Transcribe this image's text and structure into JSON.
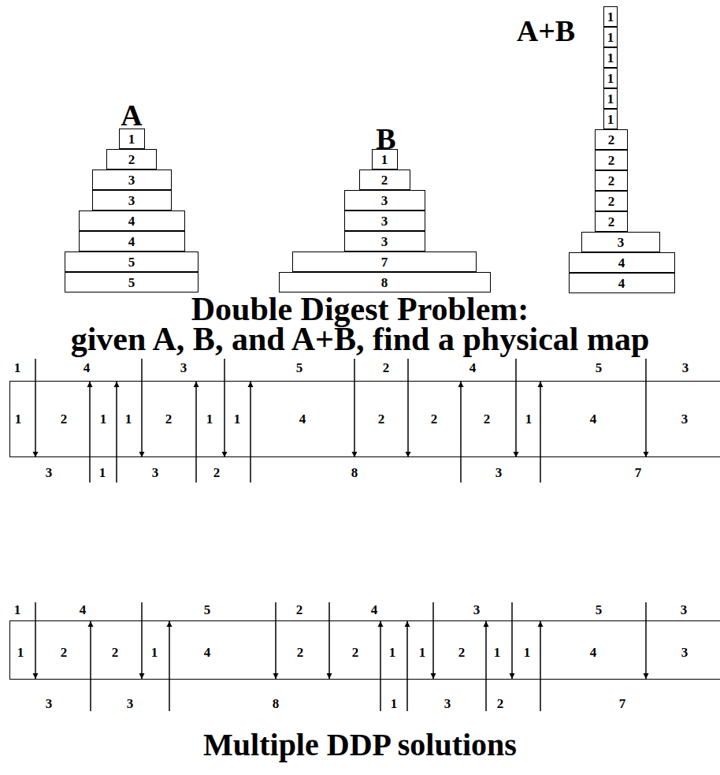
{
  "diagram": {
    "title": "Double Digest Problem:",
    "caption": "Multiple DDP solutions",
    "nodes": [
      {
        "text": [
          "1"
        ]
      },
      {
        "text": [
          "2"
        ]
      },
      {
        "text": [
          "3"
        ]
      },
      {
        "text": [
          "3"
        ]
      },
      {
        "text": [
          "4"
        ]
      },
      {
        "text": [
          "4"
        ]
      },
      {
        "text": [
          "5"
        ]
      },
      {
        "text": [
          "5"
        ]
      },
      {
        "text": [
          "1"
        ]
      },
      {
        "text": [
          "2"
        ]
      },
      {
        "text": [
          "3"
        ]
      },
      {
        "text": [
          "3"
        ]
      },
      {
        "text": [
          "3"
        ]
      },
      {
        "text": [
          "7"
        ]
      },
      {
        "text": [
          "8"
        ]
      },
      {
        "text": [
          "1"
        ]
      },
      {
        "text": [
          "1"
        ]
      },
      {
        "text": [
          "1"
        ]
      },
      {
        "text": [
          "1"
        ]
      },
      {
        "text": [
          "1"
        ]
      },
      {
        "text": [
          "1"
        ]
      },
      {
        "text": [
          "2"
        ]
      },
      {
        "text": [
          "2"
        ]
      },
      {
        "text": [
          "2"
        ]
      },
      {
        "text": [
          "2"
        ]
      },
      {
        "text": [
          "2"
        ]
      },
      {
        "text": [
          "3"
        ]
      },
      {
        "text": [
          "4"
        ]
      },
      {
        "text": [
          "4"
        ]
      },
      {
        "text": [
          "1",
          "2",
          "1",
          "1",
          "2",
          "1",
          "1",
          "4",
          "2",
          "2",
          "2",
          "1",
          "4",
          "3"
        ]
      },
      {
        "text": [
          "1",
          "2",
          "2",
          "1",
          "4",
          "2",
          "2",
          "1",
          "1",
          "2",
          "1",
          "1",
          "4",
          "3"
        ]
      }
    ],
    "labels": [
      "A",
      "B",
      "A+B",
      "given A, B, and A+B, find a physical map",
      "1",
      "4",
      "3",
      "5",
      "2",
      "4",
      "5",
      "3",
      "3",
      "1",
      "3",
      "2",
      "8",
      "3",
      "7",
      "1",
      "4",
      "5",
      "2",
      "4",
      "3",
      "5",
      "3",
      "3",
      "3",
      "8",
      "1",
      "3",
      "2",
      "7"
    ]
  }
}
